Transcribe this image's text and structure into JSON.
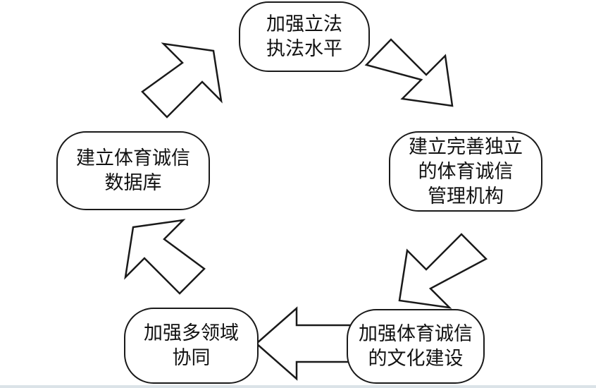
{
  "diagram": {
    "nodes": [
      {
        "id": "legislation",
        "lines": [
          "加强立法",
          "执法水平"
        ]
      },
      {
        "id": "agency",
        "lines": [
          "建立完善独立",
          "的体育诚信",
          "管理机构"
        ]
      },
      {
        "id": "culture",
        "lines": [
          "加强体育诚信",
          "的文化建设"
        ]
      },
      {
        "id": "cooperation",
        "lines": [
          "加强多领域",
          "协同"
        ]
      },
      {
        "id": "database",
        "lines": [
          "建立体育诚信",
          "数据库"
        ]
      }
    ],
    "flow": [
      "legislation",
      "agency",
      "culture",
      "cooperation",
      "database",
      "legislation"
    ]
  }
}
